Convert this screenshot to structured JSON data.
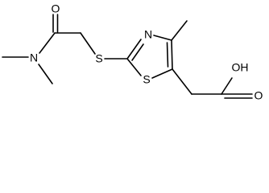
{
  "molecule": {
    "atoms": {
      "o_amide": "O",
      "n_amine": "N",
      "s_thioether": "S",
      "n_ring": "N",
      "s_ring": "S",
      "oh_acid": "OH",
      "o_acid": "O"
    }
  }
}
